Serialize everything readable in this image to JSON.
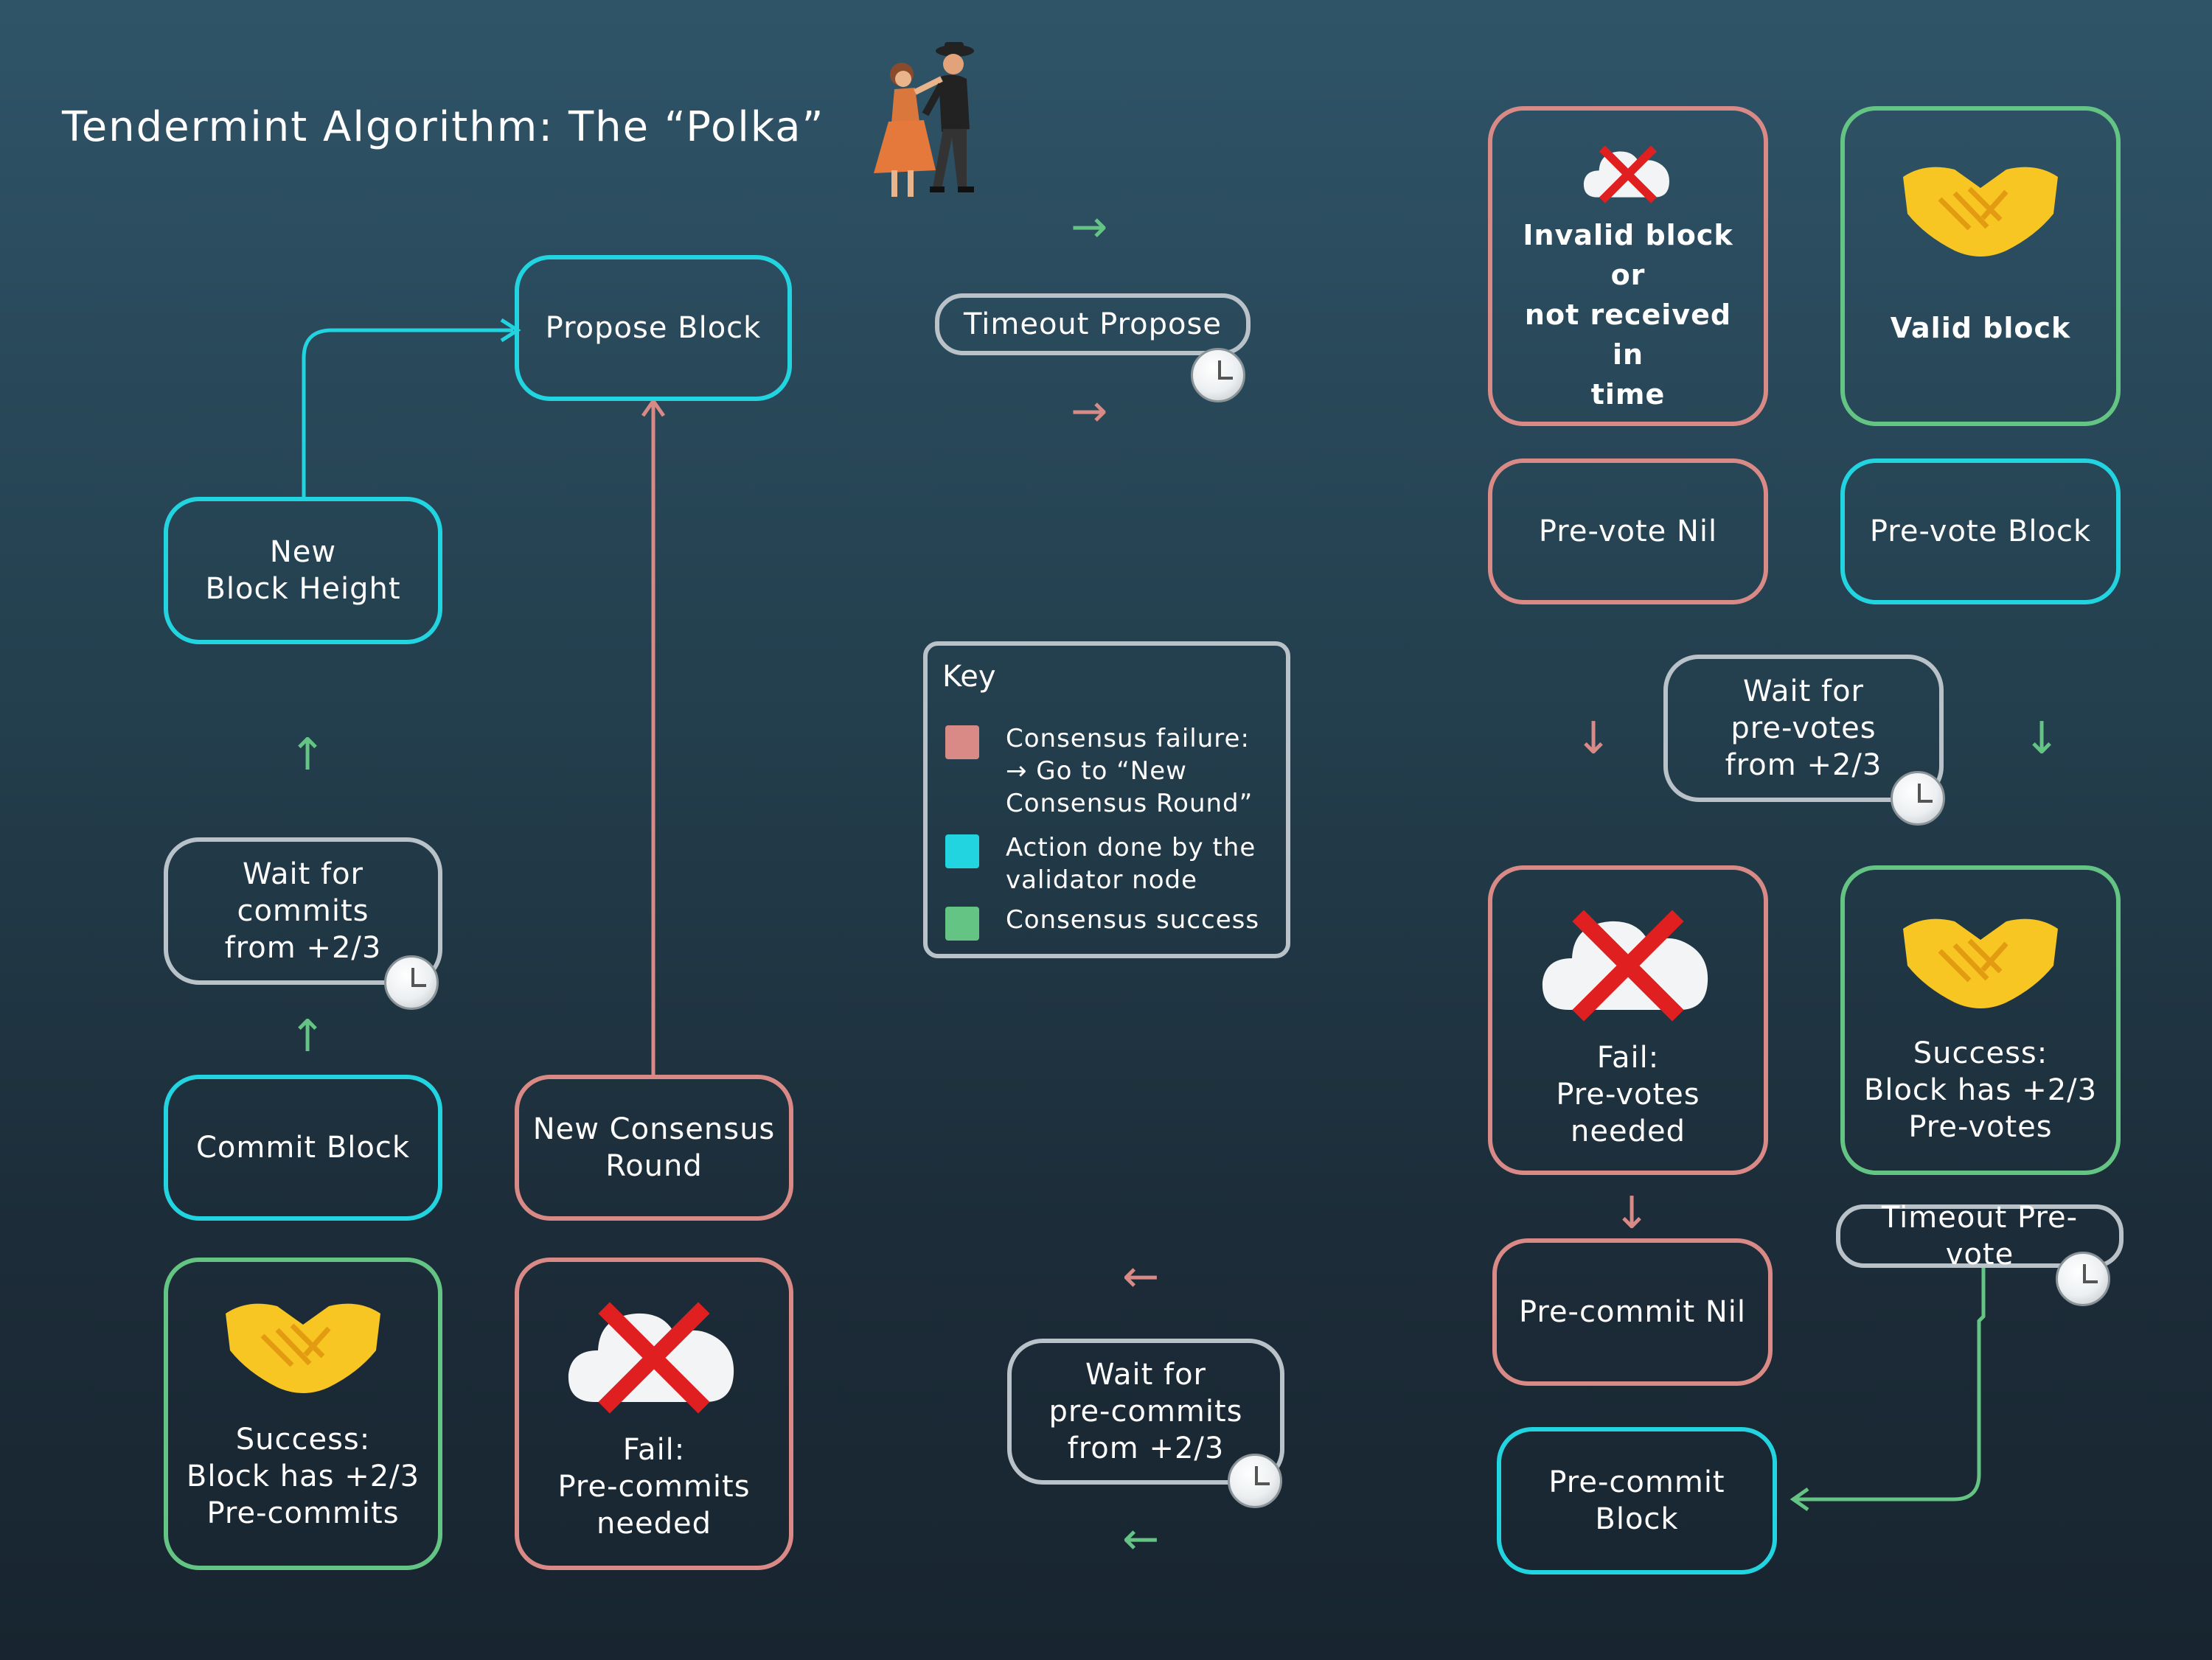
{
  "title": "Tendermint Algorithm: The “Polka”",
  "nodes": {
    "propose_block": "Propose Block",
    "timeout_propose": "Timeout Propose",
    "new_block_height": "New\nBlock Height",
    "wait_commits": "Wait for\ncommits\nfrom +2/3",
    "commit_block": "Commit Block",
    "new_consensus_round": "New Consensus\nRound",
    "success_precommits": "Success:\nBlock has +2/3\nPre-commits",
    "fail_precommits": "Fail:\nPre-commits\nneeded",
    "wait_precommits": "Wait for\npre-commits\nfrom +2/3",
    "invalid_block": "Invalid block or\nnot received in\ntime",
    "valid_block": "Valid block",
    "prevote_nil": "Pre-vote Nil",
    "prevote_block": "Pre-vote Block",
    "wait_prevotes": "Wait for\npre-votes\nfrom +2/3",
    "fail_prevotes": "Fail:\nPre-votes\nneeded",
    "success_prevotes": "Success:\nBlock has +2/3\nPre-votes",
    "timeout_prevote": "Timeout Pre-vote",
    "precommit_nil": "Pre-commit Nil",
    "precommit_block": "Pre-commit\nBlock"
  },
  "key": {
    "title": "Key",
    "items": [
      {
        "label": "Consensus failure:\n→ Go to “New\nConsensus Round”",
        "color": "#d98a86"
      },
      {
        "label": "Action done by the\nvalidator node",
        "color": "#22d3e0"
      },
      {
        "label": "Consensus  success",
        "color": "#64c483"
      }
    ]
  },
  "colors": {
    "failure": "#d98a86",
    "action": "#22d3e0",
    "success": "#64c483",
    "neutral": "#b9c2c8"
  },
  "icons": [
    "dancers-icon",
    "handshake-icon",
    "red-x-cloud-icon",
    "clock-icon",
    "arrow-icon"
  ]
}
